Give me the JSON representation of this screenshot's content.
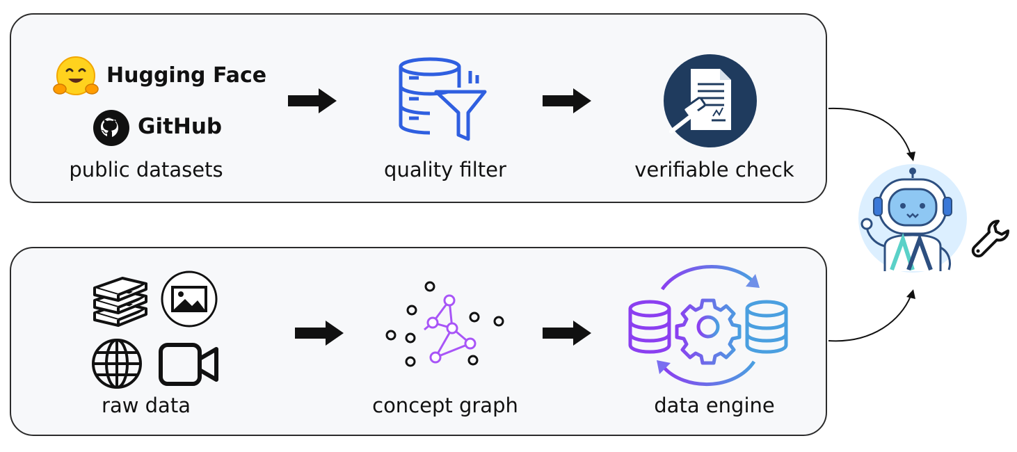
{
  "pipeline_top": {
    "brands": {
      "hugging_face": "Hugging Face",
      "github": "GitHub"
    },
    "steps": [
      {
        "label": "public datasets"
      },
      {
        "label": "quality filter"
      },
      {
        "label": "verifiable check"
      }
    ]
  },
  "pipeline_bottom": {
    "steps": [
      {
        "label": "raw data"
      },
      {
        "label": "concept graph"
      },
      {
        "label": "data engine"
      }
    ]
  },
  "colors": {
    "panel_border": "#2b2b2b",
    "panel_fill": "#f7f8fa",
    "filter_blue": "#2f5fe0",
    "check_navy": "#1f3b5e",
    "graph_purple": "#a855f7",
    "engine_purple": "#8b3ff0",
    "engine_blue": "#4a9fe0",
    "robot_bg": "#dcefff"
  },
  "icons": [
    "hugging-face-icon",
    "github-icon",
    "database-filter-icon",
    "document-gavel-icon",
    "books-icon",
    "image-icon",
    "globe-icon",
    "video-camera-icon",
    "concept-graph-icon",
    "data-engine-icon",
    "robot-icon",
    "wrench-icon"
  ]
}
